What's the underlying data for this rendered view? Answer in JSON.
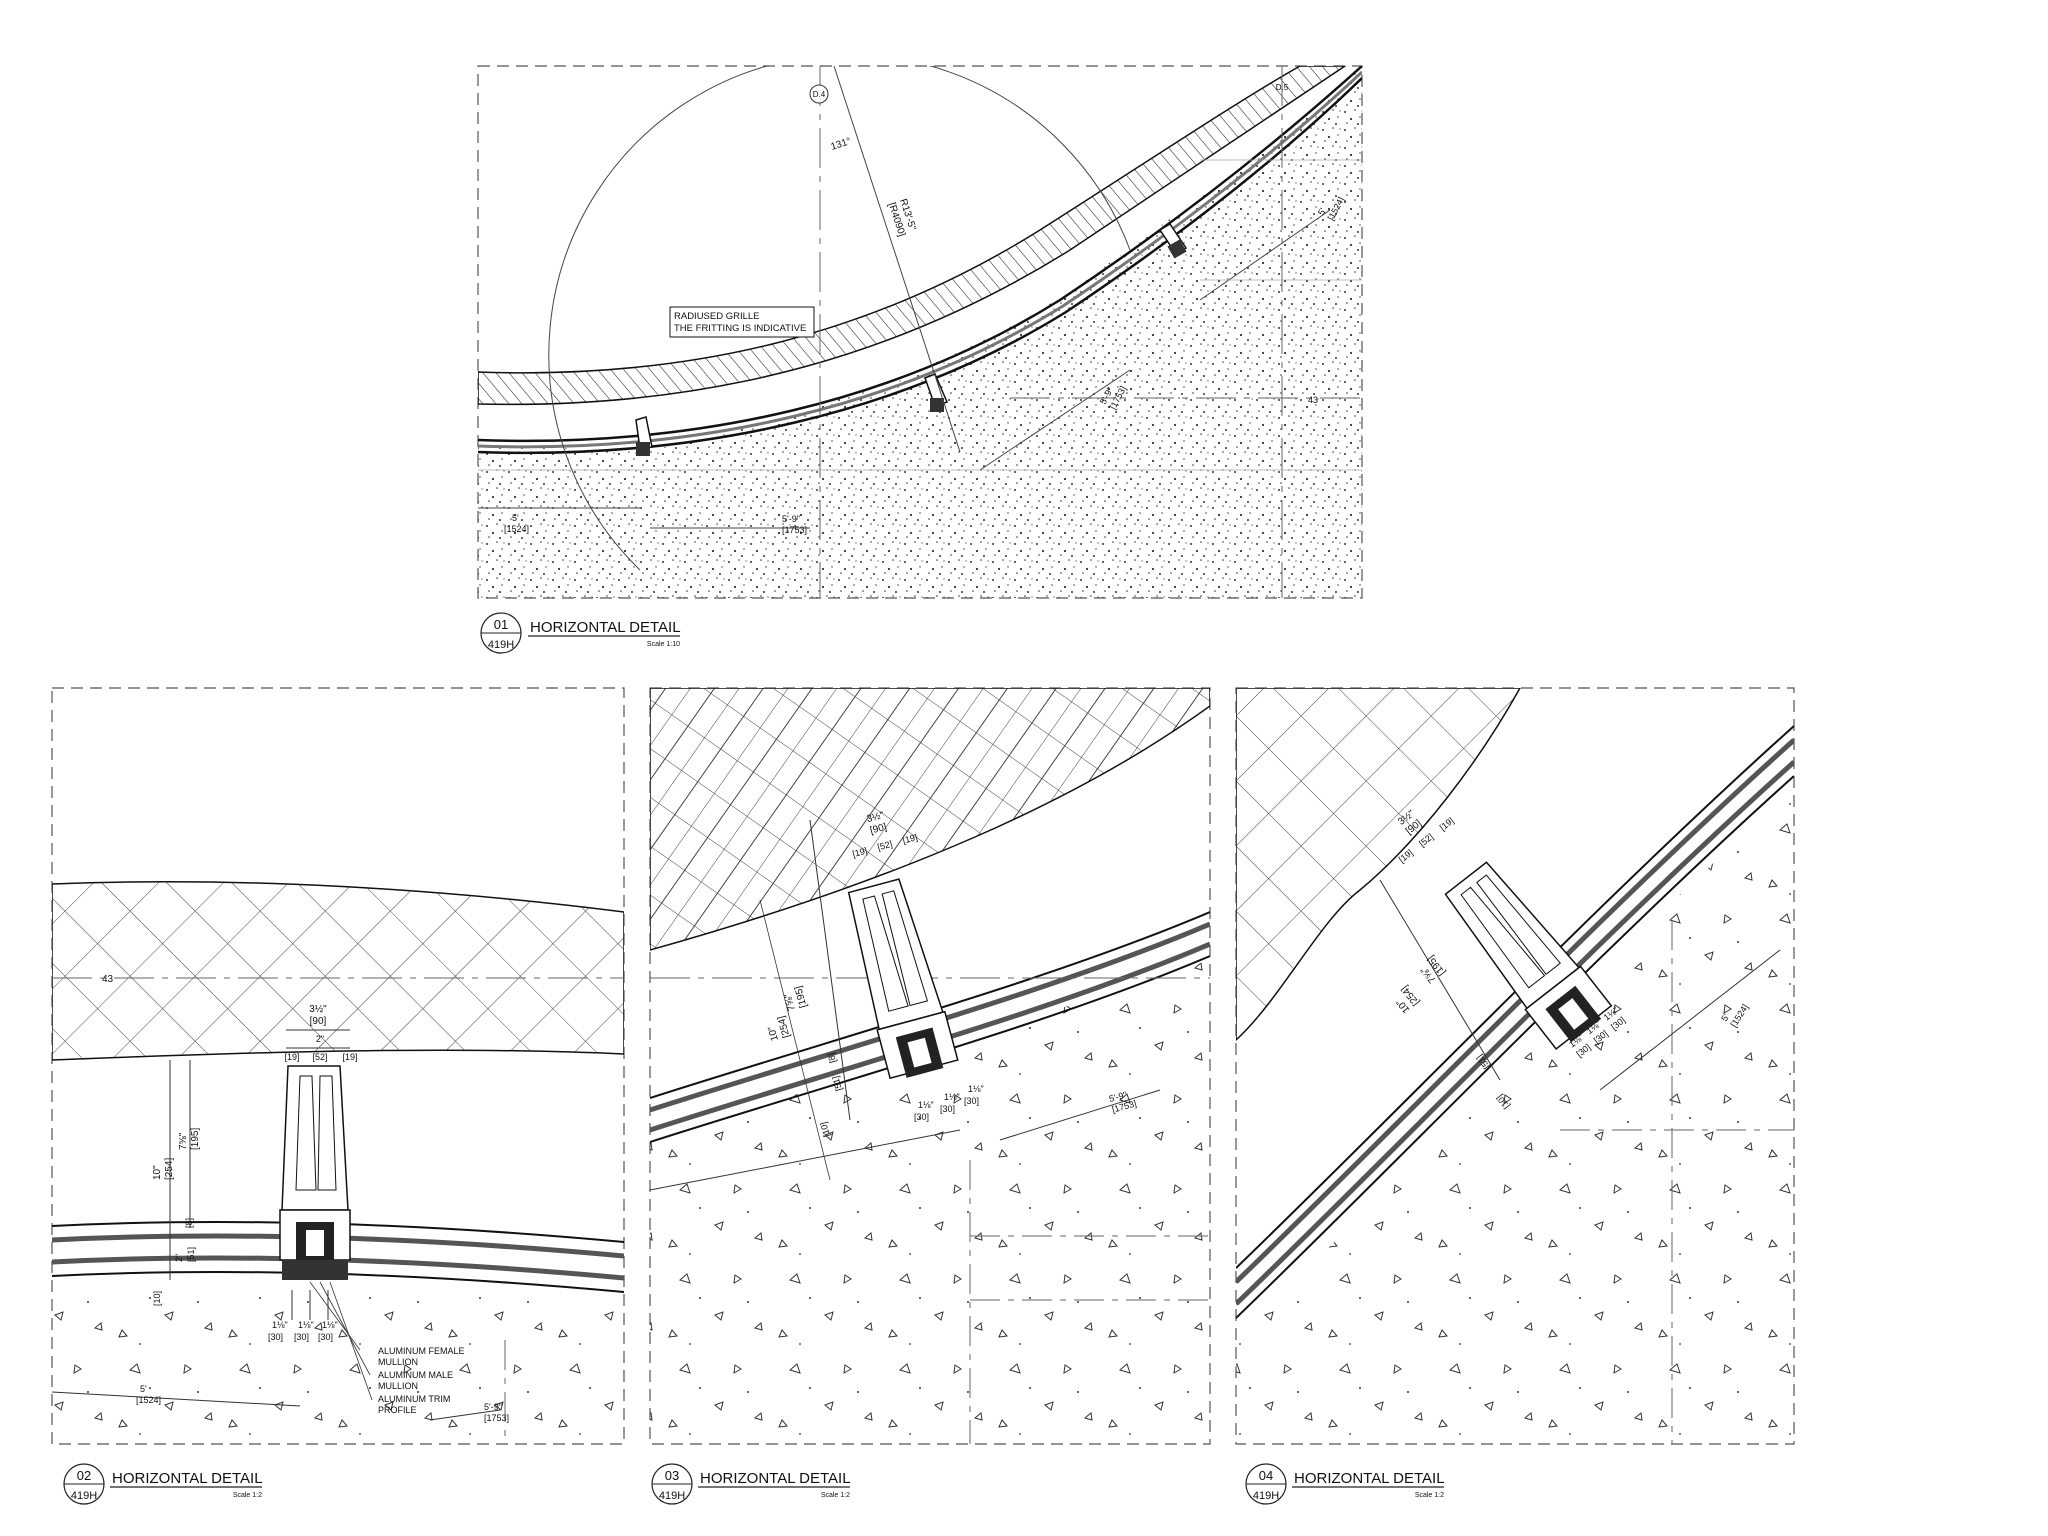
{
  "details": [
    {
      "number": "01",
      "sheet": "419H",
      "title": "HORIZONTAL DETAIL",
      "scale": "Scale 1:10",
      "labels": {
        "grid_d4": "D.4",
        "grid_d5": "D.5",
        "angle": "131°",
        "radius": "R13'-5\"",
        "radius_mm": "[R4090]",
        "note_line1": "RADIUSED GRILLE",
        "note_line2": "THE FRITTING IS INDICATIVE",
        "dim_a": "5'",
        "dim_a_mm": "[1524]",
        "dim_b": "5'-9\"",
        "dim_b_mm": "[1753]",
        "dim_c": "5'-9\"",
        "dim_c_mm": "[1753]",
        "dim_d": "5'",
        "dim_d_mm": "[1524]",
        "grid_43": "43"
      }
    },
    {
      "number": "02",
      "sheet": "419H",
      "title": "HORIZONTAL DETAIL",
      "scale": "Scale 1:2",
      "labels": {
        "grid_43": "43",
        "w_total": "3½\"",
        "w_total_mm": "[90]",
        "w_left": "[19]",
        "w_mid": "[52]",
        "w_right": "[19]",
        "w_mid_in": "2\"",
        "h1": "10\"",
        "h1_mm": "[254]",
        "h2": "7⅝\"",
        "h2_mm": "[195]",
        "h3": "[8]",
        "h4": "2\"",
        "h4_mm": "[51]",
        "h5": "[10]",
        "b1": "1⅛\"",
        "b1_mm": "[30]",
        "b2": "1⅛\"",
        "b2_mm": "[30]",
        "b3": "1⅛\"",
        "b3_mm": "[30]",
        "callout1": "ALUMINUM FEMALE",
        "callout1b": "MULLION",
        "callout2": "ALUMINUM MALE",
        "callout2b": "MULLION",
        "callout3": "ALUMINUM TRIM",
        "callout3b": "PROFILE",
        "dim_a": "5'",
        "dim_a_mm": "[1524]",
        "dim_b": "5'-9\"",
        "dim_b_mm": "[1753]"
      }
    },
    {
      "number": "03",
      "sheet": "419H",
      "title": "HORIZONTAL DETAIL",
      "scale": "Scale 1:2",
      "labels": {
        "w_total": "3½\"",
        "w_total_mm": "[90]",
        "w_left": "[19]",
        "w_mid": "[52]",
        "w_right": "[19]",
        "h1": "7⅝\"",
        "h1_mm": "[195]",
        "h2": "10\"",
        "h2_mm": "[254]",
        "h3": "[8]",
        "h4": "[51]",
        "h5": "[10]",
        "b1": "1⅛\"",
        "b1_mm": "[30]",
        "b2": "1⅛\"",
        "b2_mm": "[30]",
        "b3": "1⅛\"",
        "b3_mm": "[30]",
        "dim_b": "5'-9\"",
        "dim_b_mm": "[1753]"
      }
    },
    {
      "number": "04",
      "sheet": "419H",
      "title": "HORIZONTAL DETAIL",
      "scale": "Scale 1:2",
      "labels": {
        "w_total": "3½\"",
        "w_total_mm": "[90]",
        "w_left": "[19]",
        "w_mid": "[52]",
        "w_right": "[19]",
        "h1": "7⅝\"",
        "h1_mm": "[195]",
        "h2": "10\"",
        "h2_mm": "[254]",
        "h3": "[51]",
        "h5": "[10]",
        "b1": "1⅛\"",
        "b1_mm": "[30]",
        "b2": "1⅛\"",
        "b2_mm": "[30]",
        "b3": "1⅛\"",
        "b3_mm": "[30]",
        "dim_a": "5'",
        "dim_a_mm": "[1524]"
      }
    }
  ]
}
